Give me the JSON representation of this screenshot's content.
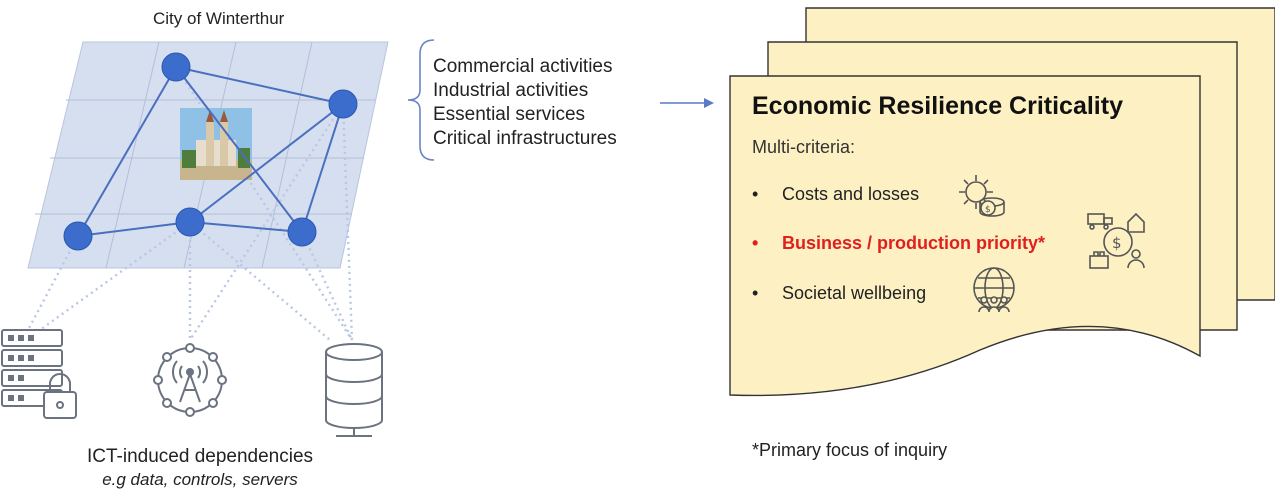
{
  "city": {
    "title": "City of Winterthur"
  },
  "activities": [
    "Commercial activities",
    "Industrial activities",
    "Essential services",
    "Critical infrastructures"
  ],
  "ict": {
    "line1": "ICT-induced dependencies",
    "line2": "e.g data, controls, servers"
  },
  "card": {
    "title": "Economic Resilience Criticality",
    "subtitle": "Multi-criteria:",
    "bullets": [
      {
        "label": "Costs and losses",
        "icon": "gear-coins-icon"
      },
      {
        "label": "Business / production priority*",
        "icon": "business-dollar-icon",
        "highlight": "#e0201e"
      },
      {
        "label": "Societal wellbeing",
        "icon": "globe-people-icon"
      }
    ]
  },
  "footnote": "*Primary focus of inquiry",
  "colors": {
    "grid_fill": "#d6dff0",
    "node": "#3c6ccc",
    "edge": "#4a6fbf",
    "card_fill": "#fdf1c4",
    "highlight": "#e0201e"
  }
}
